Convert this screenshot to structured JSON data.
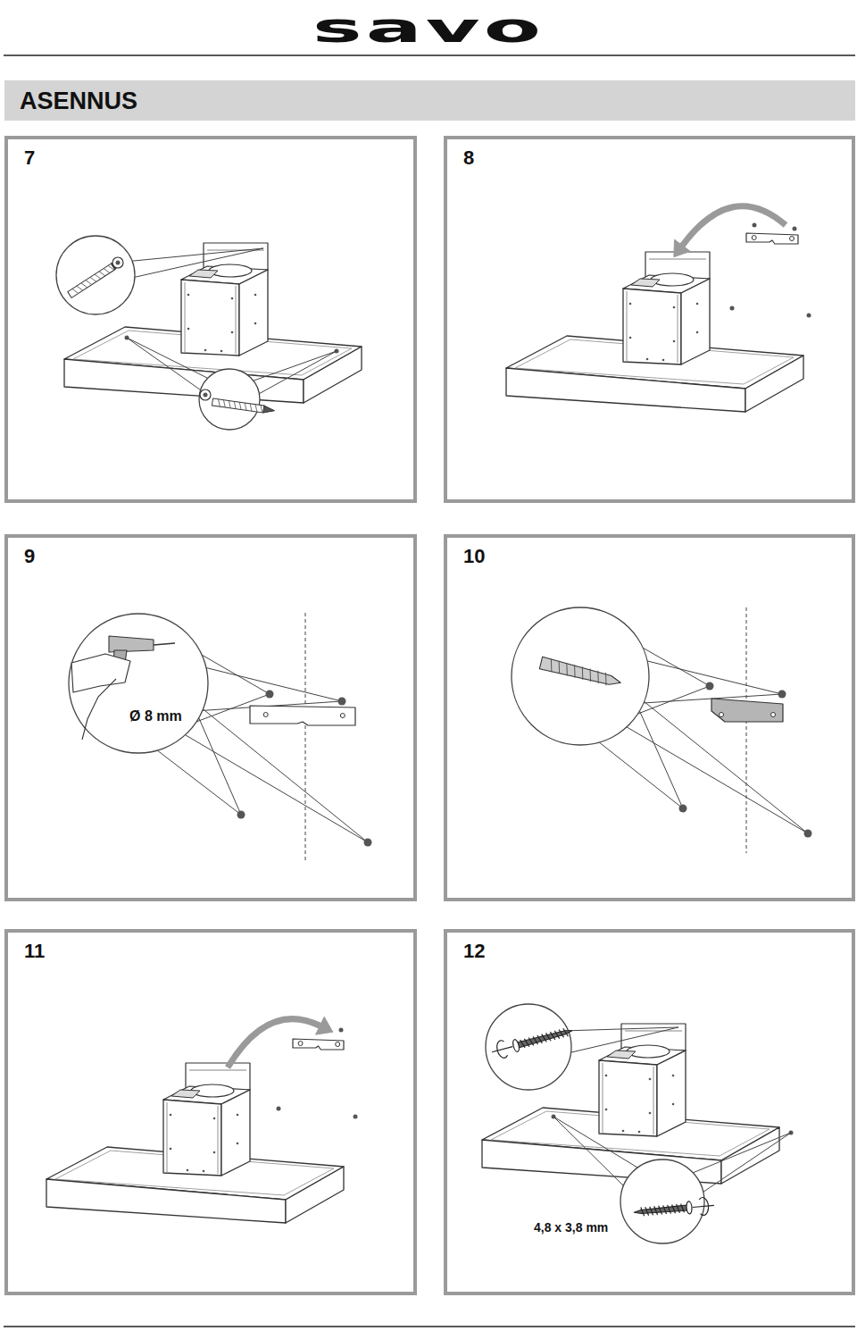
{
  "diagram": {
    "title": "ASENNUS",
    "nodes": [
      {
        "text": [
          "7"
        ]
      },
      {
        "text": [
          "8"
        ]
      },
      {
        "text": [
          "9"
        ]
      },
      {
        "text": [
          "10"
        ]
      },
      {
        "text": [
          "11"
        ]
      },
      {
        "text": [
          "12"
        ]
      }
    ],
    "labels": [
      "savo",
      "Ø 8 mm",
      "4,8 x 3,8 mm"
    ]
  }
}
